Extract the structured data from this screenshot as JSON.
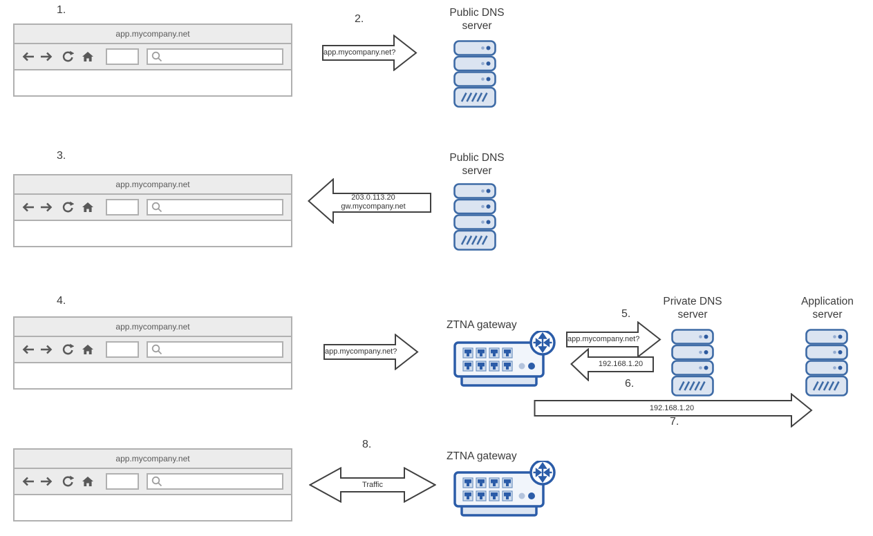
{
  "colors": {
    "diagram_blue": "#2b5ca8",
    "server_fill": "#dbe4f1",
    "arrow_outline": "#404040",
    "browser_chrome": "#ececec",
    "browser_border": "#b0b0b0",
    "label_text": "#3b3b3b"
  },
  "steps": {
    "s1": "1.",
    "s2": "2.",
    "s3": "3.",
    "s4": "4.",
    "s5": "5.",
    "s6": "6.",
    "s7": "7.",
    "s8": "8."
  },
  "browser": {
    "url": "app.mycompany.net"
  },
  "nodes": {
    "public_dns": {
      "line1": "Public DNS",
      "line2": "server"
    },
    "private_dns": {
      "line1": "Private DNS",
      "line2": "server"
    },
    "application": {
      "line1": "Application",
      "line2": "server"
    },
    "ztna": {
      "label": "ZTNA gateway"
    }
  },
  "arrows": {
    "query_public": "app.mycompany.net?",
    "response_ip": "203.0.113.20",
    "response_host": "gw.mycompany.net",
    "query_gateway": "app.mycompany.net?",
    "query_private": "app.mycompany.net?",
    "response_private": "192.168.1.20",
    "connect_app": "192.168.1.20",
    "traffic": "Traffic"
  }
}
